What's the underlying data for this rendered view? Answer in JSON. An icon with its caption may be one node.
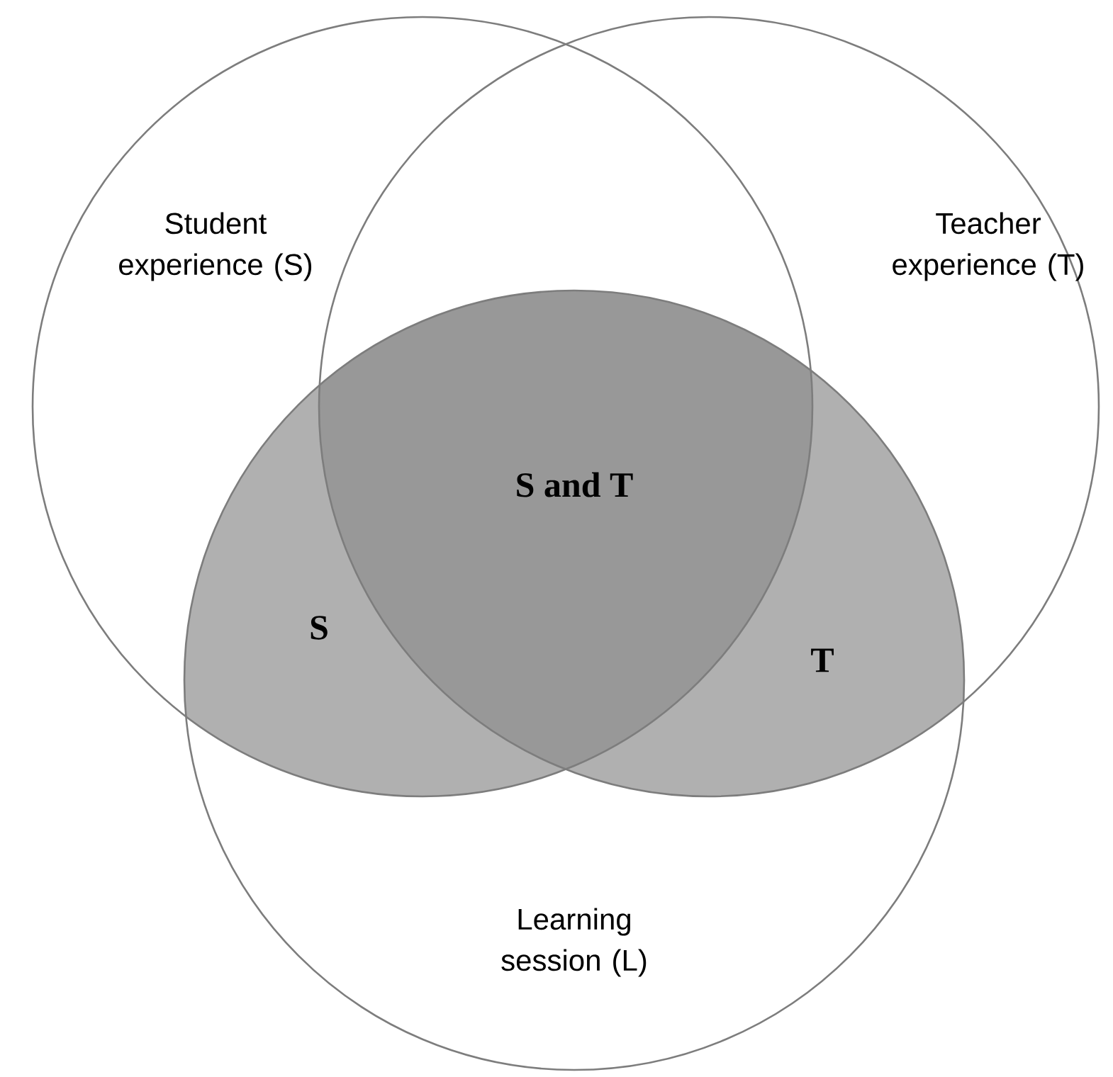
{
  "diagram": {
    "nodes": [
      {
        "text": [
          "Student experience (S)"
        ]
      },
      {
        "text": [
          "Teacher experience (T)"
        ]
      },
      {
        "text": [
          "Learning session (L)"
        ]
      }
    ],
    "labels": [
      "S and T",
      "S",
      "T"
    ]
  }
}
